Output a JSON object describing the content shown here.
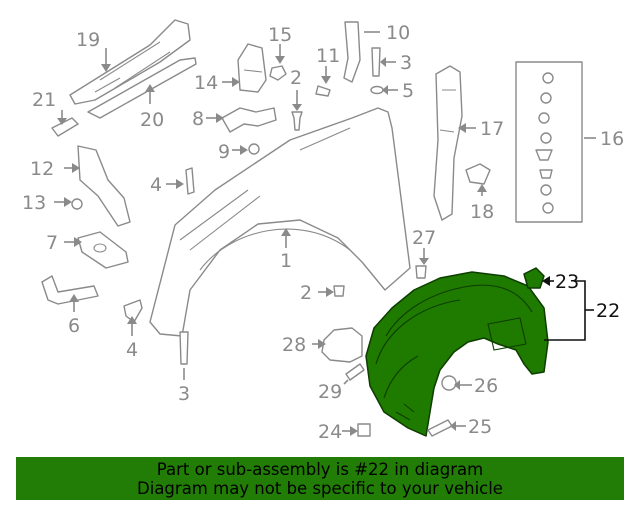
{
  "callouts": {
    "c1": "1",
    "c2a": "2",
    "c2b": "2",
    "c3a": "3",
    "c3b": "3",
    "c4a": "4",
    "c4b": "4",
    "c5": "5",
    "c6": "6",
    "c7": "7",
    "c8": "8",
    "c9": "9",
    "c10": "10",
    "c11": "11",
    "c12": "12",
    "c13": "13",
    "c14": "14",
    "c15": "15",
    "c16": "16",
    "c17": "17",
    "c18": "18",
    "c19": "19",
    "c20": "20",
    "c21": "21",
    "c22": "22",
    "c23": "23",
    "c24": "24",
    "c25": "25",
    "c26": "26",
    "c27": "27",
    "c28": "28",
    "c29": "29"
  },
  "highlight_color": "#1f7a00",
  "banner": {
    "line1": "Part or sub-assembly is #22 in diagram",
    "line2": "Diagram may not be specific to your vehicle",
    "color": "#217d05"
  }
}
